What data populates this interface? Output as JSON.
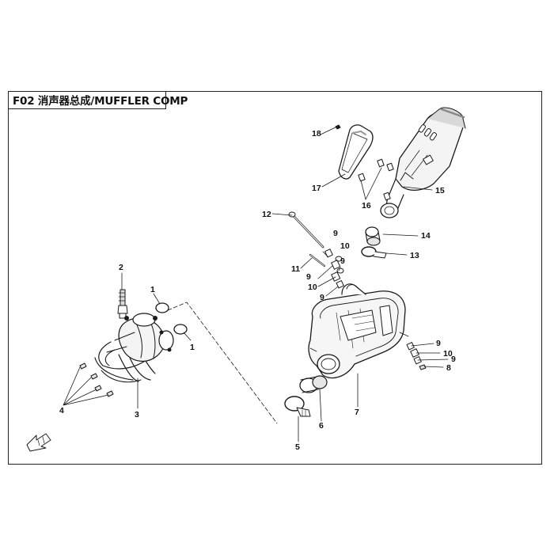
{
  "diagram": {
    "title": "F02 消声器总成/MUFFLER COMP",
    "callouts": [
      {
        "id": "c18",
        "label": "18"
      },
      {
        "id": "c17",
        "label": "17"
      },
      {
        "id": "c16",
        "label": "16"
      },
      {
        "id": "c15",
        "label": "15"
      },
      {
        "id": "c14",
        "label": "14"
      },
      {
        "id": "c13",
        "label": "13"
      },
      {
        "id": "c12",
        "label": "12"
      },
      {
        "id": "c11",
        "label": "11"
      },
      {
        "id": "c10a",
        "label": "10"
      },
      {
        "id": "c10b",
        "label": "10"
      },
      {
        "id": "c10c",
        "label": "10"
      },
      {
        "id": "c9a",
        "label": "9"
      },
      {
        "id": "c9b",
        "label": "9"
      },
      {
        "id": "c9c",
        "label": "9"
      },
      {
        "id": "c9d",
        "label": "9"
      },
      {
        "id": "c9e",
        "label": "9"
      },
      {
        "id": "c9f",
        "label": "9"
      },
      {
        "id": "c8",
        "label": "8"
      },
      {
        "id": "c7",
        "label": "7"
      },
      {
        "id": "c6",
        "label": "6"
      },
      {
        "id": "c5",
        "label": "5"
      },
      {
        "id": "c4",
        "label": "4"
      },
      {
        "id": "c3",
        "label": "3"
      },
      {
        "id": "c2",
        "label": "2"
      },
      {
        "id": "c1a",
        "label": "1"
      },
      {
        "id": "c1b",
        "label": "1"
      }
    ],
    "orientation_icon": "front-direction-arrow-icon"
  }
}
